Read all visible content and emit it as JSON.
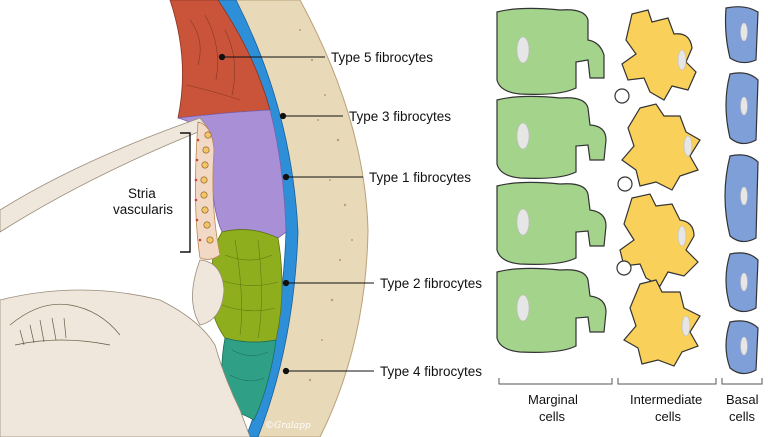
{
  "left_panel": {
    "labels": {
      "type5": "Type 5 fibrocytes",
      "type3": "Type 3 fibrocytes",
      "type1": "Type 1 fibrocytes",
      "type2": "Type 2 fibrocytes",
      "type4": "Type 4 fibrocytes",
      "stria_line1": "Stria",
      "stria_line2": "vascularis"
    },
    "signature": "©Gralapp",
    "colors": {
      "type5": "#c9543a",
      "type3": "#2e8fd9",
      "type1": "#a98fd6",
      "type2": "#8fae1e",
      "type4": "#2fa086",
      "bone": "#e7d7b6",
      "membrane": "#efe7dc"
    }
  },
  "right_panel": {
    "groups": {
      "marginal_line1": "Marginal",
      "marginal_line2": "cells",
      "intermediate_line1": "Intermediate",
      "intermediate_line2": "cells",
      "basal_line1": "Basal",
      "basal_line2": "cells"
    },
    "colors": {
      "marginal": "#a4d38c",
      "intermediate": "#f8d05a",
      "basal": "#7f9fd8",
      "outline": "#333333",
      "nucleus": "#e6e6e6"
    }
  }
}
